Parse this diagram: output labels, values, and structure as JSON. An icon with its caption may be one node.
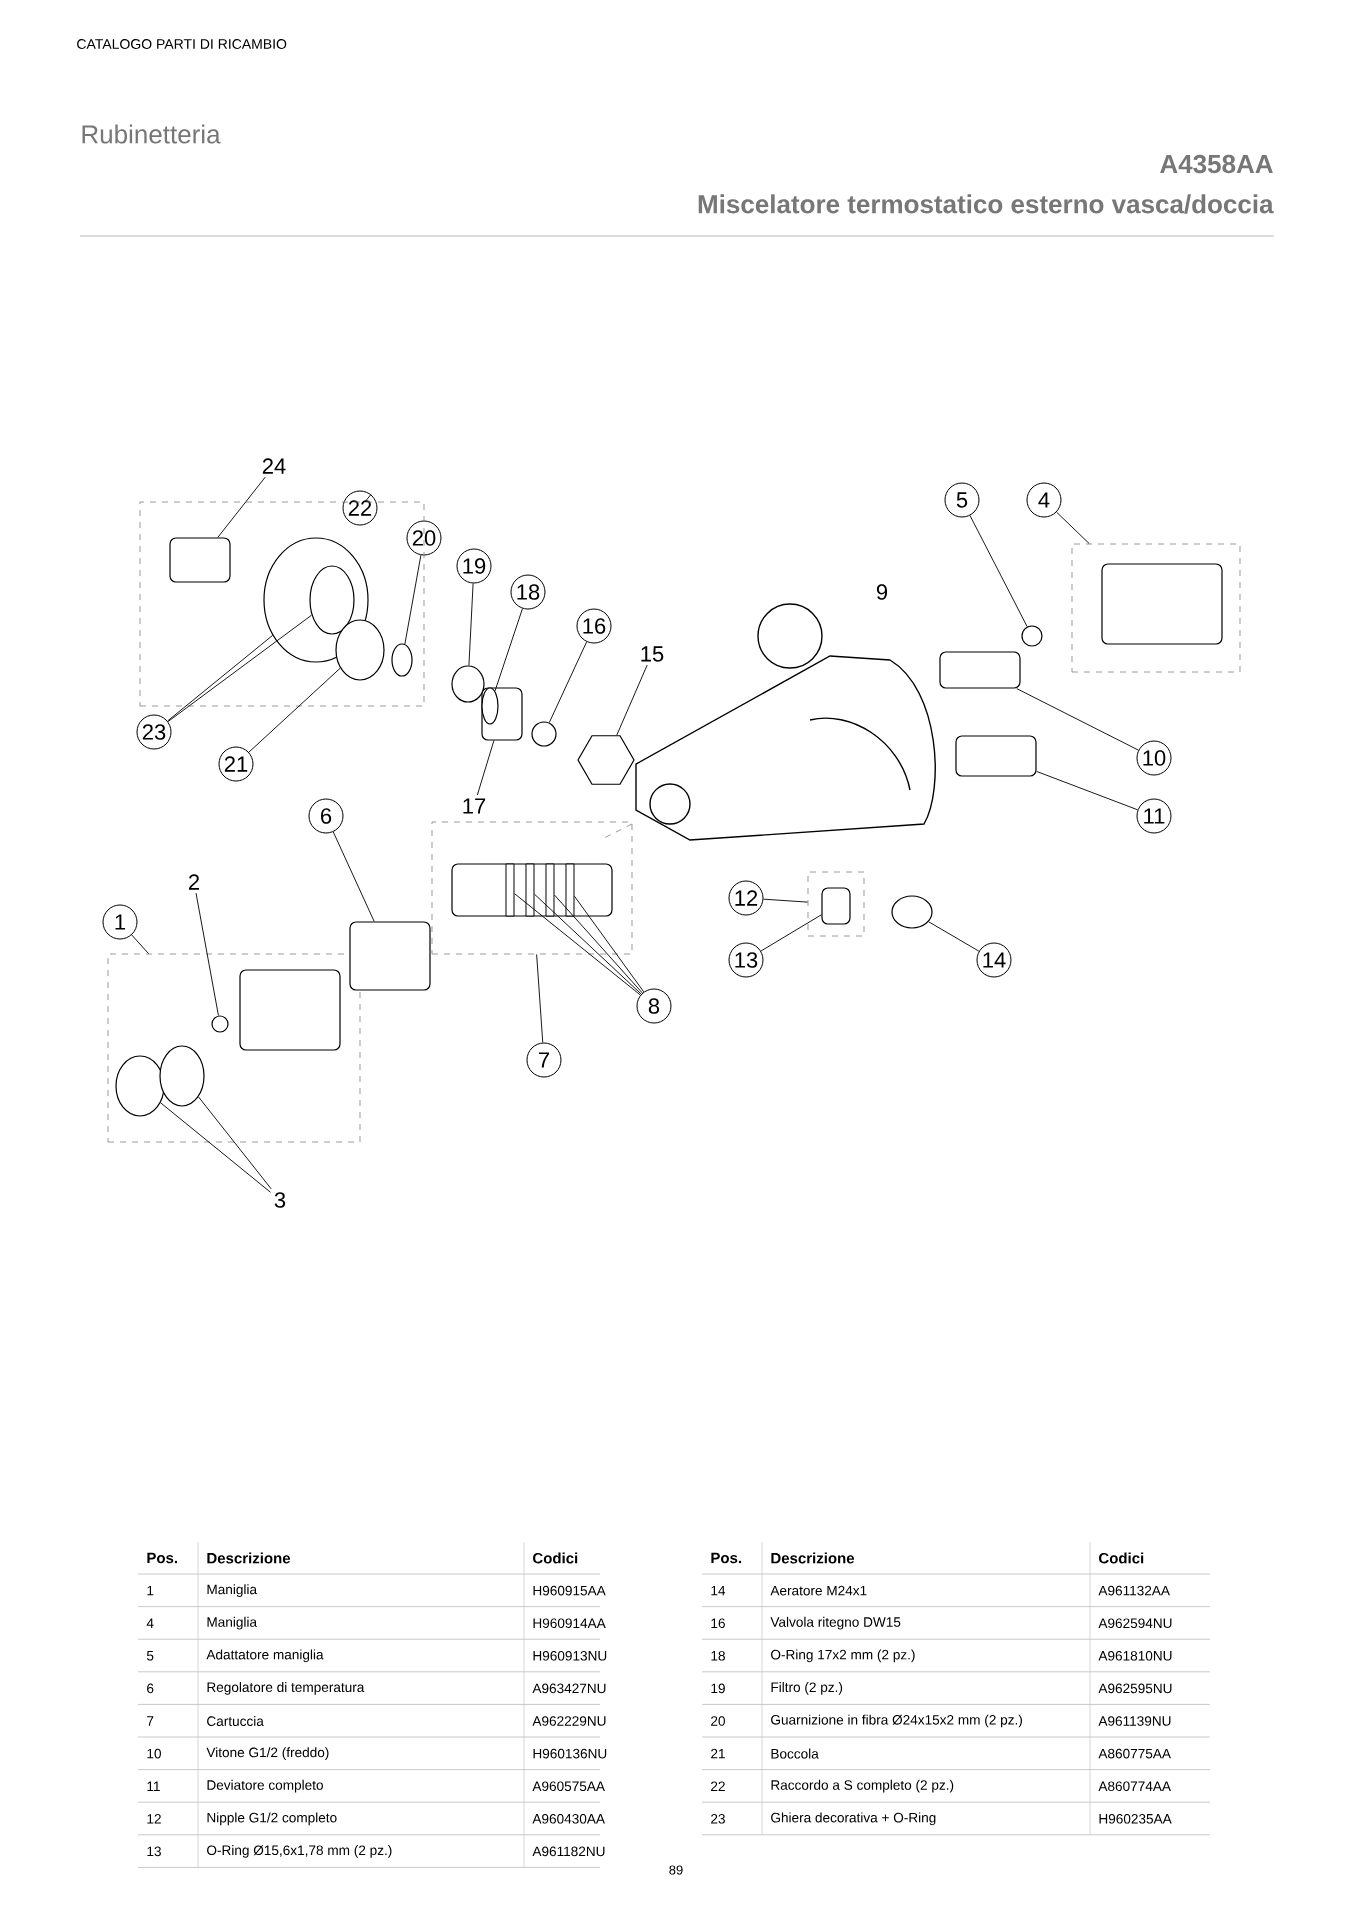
{
  "diagram": {
    "title": "Miscelatore termostatico esterno vasca/doccia",
    "nodes": [
      {
        "text": [
          "24"
        ]
      },
      {
        "text": [
          "22"
        ]
      },
      {
        "text": [
          "20"
        ]
      },
      {
        "text": [
          "19"
        ]
      },
      {
        "text": [
          "18"
        ]
      },
      {
        "text": [
          "16"
        ]
      },
      {
        "text": [
          "15"
        ]
      },
      {
        "text": [
          "23"
        ]
      },
      {
        "text": [
          "21"
        ]
      },
      {
        "text": [
          "17"
        ]
      },
      {
        "text": [
          "6"
        ]
      },
      {
        "text": [
          "2"
        ]
      },
      {
        "text": [
          "1"
        ]
      },
      {
        "text": [
          "3"
        ]
      },
      {
        "text": [
          "7"
        ]
      },
      {
        "text": [
          "8"
        ]
      },
      {
        "text": [
          "5"
        ]
      },
      {
        "text": [
          "4"
        ]
      },
      {
        "text": [
          "10"
        ]
      },
      {
        "text": [
          "11"
        ]
      },
      {
        "text": [
          "12"
        ]
      },
      {
        "text": [
          "13"
        ]
      },
      {
        "text": [
          "14"
        ]
      },
      {
        "text": [],
        "shape": "box"
      },
      {
        "text": [],
        "shape": "box",
        "in": 23
      },
      {
        "text": [],
        "shape": "circle",
        "in": 23
      },
      {
        "text": [],
        "shape": "circle",
        "in": 25
      },
      {
        "text": [],
        "shape": "circle",
        "in": 23
      },
      {
        "text": [],
        "shape": "circle",
        "in": 23
      },
      {
        "text": [],
        "shape": "circle"
      },
      {
        "text": [],
        "shape": "box"
      },
      {
        "text": [],
        "shape": "circle",
        "in": 30
      },
      {
        "text": [],
        "shape": "circle"
      },
      {
        "text": [],
        "shape": "hexagon"
      },
      {
        "text": [],
        "shape": "box"
      },
      {
        "text": [],
        "shape": "box",
        "in": 34
      },
      {
        "text": [],
        "shape": "circle",
        "in": 34
      },
      {
        "text": [],
        "shape": "circle",
        "in": 34
      },
      {
        "text": [],
        "shape": "circle",
        "in": 34
      },
      {
        "text": [],
        "shape": "box"
      },
      {
        "text": [],
        "shape": "box"
      },
      {
        "text": [],
        "shape": "box",
        "in": 40
      },
      {
        "text": [],
        "shape": "box",
        "in": 41
      },
      {
        "text": [],
        "shape": "box",
        "in": 41
      },
      {
        "text": [],
        "shape": "box",
        "in": 41
      },
      {
        "text": [],
        "shape": "box",
        "in": 41
      },
      {
        "text": [],
        "shape": "box"
      },
      {
        "text": [],
        "shape": "box",
        "in": 46
      },
      {
        "text": [],
        "shape": "circle"
      },
      {
        "text": [],
        "shape": "box"
      },
      {
        "text": [],
        "shape": "box"
      },
      {
        "text": [],
        "shape": "box"
      },
      {
        "text": [],
        "shape": "box",
        "in": 51
      },
      {
        "text": [],
        "shape": "circle"
      }
    ],
    "edges": [
      {
        "from": 0,
        "to": 24,
        "arrow": "none"
      },
      {
        "from": 1,
        "to": 23,
        "arrow": "none"
      },
      {
        "from": 2,
        "to": 28,
        "arrow": "none"
      },
      {
        "from": 3,
        "to": 29,
        "arrow": "none"
      },
      {
        "from": 4,
        "to": 31,
        "arrow": "none"
      },
      {
        "from": 5,
        "to": 32,
        "arrow": "none"
      },
      {
        "from": 6,
        "to": 33,
        "arrow": "none"
      },
      {
        "from": 7,
        "to": 25,
        "arrow": "none"
      },
      {
        "from": 7,
        "to": 26,
        "arrow": "none"
      },
      {
        "from": 8,
        "to": 27,
        "arrow": "none"
      },
      {
        "from": 9,
        "to": 30,
        "arrow": "none"
      },
      {
        "from": 10,
        "to": 39,
        "arrow": "none"
      },
      {
        "from": 11,
        "to": 36,
        "arrow": "none"
      },
      {
        "from": 12,
        "to": 34,
        "arrow": "none"
      },
      {
        "from": 13,
        "to": 37,
        "arrow": "none"
      },
      {
        "from": 13,
        "to": 38,
        "arrow": "none"
      },
      {
        "from": 14,
        "to": 40,
        "arrow": "none"
      },
      {
        "from": 15,
        "to": 42,
        "arrow": "none"
      },
      {
        "from": 15,
        "to": 43,
        "arrow": "none"
      },
      {
        "from": 15,
        "to": 44,
        "arrow": "none"
      },
      {
        "from": 15,
        "to": 45,
        "arrow": "none"
      },
      {
        "from": 16,
        "to": 48,
        "arrow": "none"
      },
      {
        "from": 17,
        "to": 46,
        "arrow": "none"
      },
      {
        "from": 18,
        "to": 49,
        "arrow": "none"
      },
      {
        "from": 19,
        "to": 50,
        "arrow": "none"
      },
      {
        "from": 20,
        "to": 51,
        "arrow": "none"
      },
      {
        "from": 21,
        "to": 52,
        "arrow": "none"
      },
      {
        "from": 22,
        "to": 53,
        "arrow": "none"
      }
    ],
    "labels": [
      "CATALOGO PARTI DI RICAMBIO",
      "Rubinetteria",
      "A4358AA",
      "9",
      "Pos.",
      "Descrizione",
      "Codici",
      "1",
      "Maniglia",
      "H960915AA",
      "4",
      "Maniglia",
      "H960914AA",
      "5",
      "Adattatore maniglia",
      "H960913NU",
      "6",
      "Regolatore di temperatura",
      "A963427NU",
      "7",
      "Cartuccia",
      "A962229NU",
      "10",
      "Vitone G1/2 (freddo)",
      "H960136NU",
      "11",
      "Deviatore completo",
      "A960575AA",
      "12",
      "Nipple G1/2 completo",
      "A960430AA",
      "13",
      "O-Ring Ø15,6x1,78 mm (2 pz.)",
      "A961182NU",
      "Pos.",
      "Descrizione",
      "Codici",
      "14",
      "Aeratore M24x1",
      "A961132AA",
      "16",
      "Valvola ritegno DW15",
      "A962594NU",
      "18",
      "O-Ring 17x2 mm (2 pz.)",
      "A961810NU",
      "19",
      "Filtro (2 pz.)",
      "A962595NU",
      "20",
      "Guarnizione in fibra Ø24x15x2 mm (2 pz.)",
      "A961139NU",
      "21",
      "Boccola",
      "A860775AA",
      "22",
      "Raccordo a S completo (2 pz.)",
      "A860774AA",
      "23",
      "Ghiera decorativa + O-Ring",
      "H960235AA",
      "89"
    ]
  }
}
